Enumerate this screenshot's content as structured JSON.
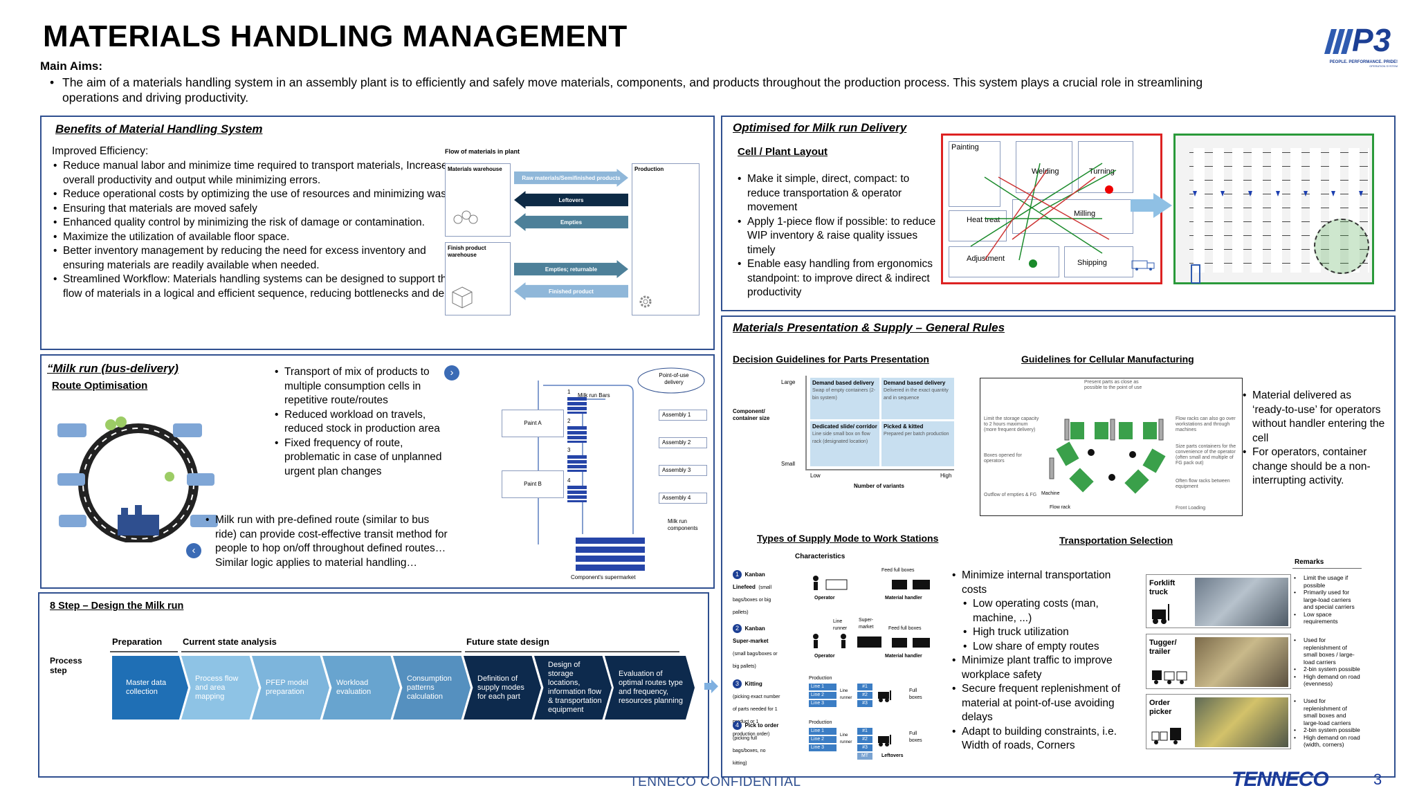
{
  "title": "MATERIALS HANDLING MANAGEMENT",
  "aims": {
    "heading": "Main Aims:",
    "text": "The aim of a materials handling system in an assembly plant is to efficiently and safely move materials, components, and products throughout the production process. This system plays a crucial role in streamlining operations and driving productivity."
  },
  "logo": {
    "text": "P3",
    "tagline": "PEOPLE. PERFORMANCE. PRIDE!",
    "sub": "OPERATION SYSTEM"
  },
  "benefits": {
    "heading": "Benefits of Material Handling System",
    "intro": "Improved Efficiency:",
    "items": [
      "Reduce manual labor and minimize time required to transport materials, Increase overall productivity and output while minimizing errors.",
      "Reduce operational costs by optimizing the use of resources and minimizing waste.",
      "Ensuring that materials are moved safely",
      "Enhanced quality control by minimizing the risk of damage or contamination.",
      "Maximize the utilization of available floor space.",
      "Better inventory management by reducing the need for excess inventory and ensuring materials are readily available when needed.",
      "Streamlined Workflow: Materials handling systems can be designed to support the flow of materials in a logical and efficient sequence, reducing bottlenecks and delays."
    ],
    "flow": {
      "title": "Flow of materials in plant",
      "warehouse": "Materials warehouse",
      "finish": "Finish product warehouse",
      "production": "Production",
      "arrows": [
        "Raw materials/Semifinished products",
        "Leftovers",
        "Empties",
        "Empties; returnable",
        "Finished product"
      ]
    }
  },
  "milkrun": {
    "heading": "“Milk run (bus-delivery)",
    "sub": "Route Optimisation",
    "bullets": [
      "Transport of mix of products to multiple consumption cells in repetitive route/routes",
      "Reduced workload on travels, reduced stock in production area",
      "Fixed frequency of route, problematic in case of unplanned urgent plan changes"
    ],
    "bullet2": "Milk run with pre-defined route (similar to bus ride) can provide cost-effective transit method for people to hop on/off throughout defined routes…Similar logic applies to material handling…",
    "diagram": {
      "paintA": "Paint A",
      "paintB": "Paint B",
      "bars": "Milk run Bars",
      "pou": "Point-of-use delivery",
      "asm": [
        "Assembly 1",
        "Assembly 2",
        "Assembly 3",
        "Assembly 4"
      ],
      "nums": [
        "1",
        "2",
        "3",
        "4"
      ],
      "components": "Milk run components",
      "supermarket": "Component's supermarket"
    }
  },
  "eight": {
    "heading": "8 Step – Design the Milk run",
    "prep": "Preparation",
    "current": "Current state analysis",
    "future": "Future state design",
    "process": "Process step",
    "steps": [
      "Master data collection",
      "Process flow and area mapping",
      "PFEP model preparation",
      "Workload evaluation",
      "Consumption patterns calculation",
      "Definition of supply modes for each part",
      "Design of storage locations, information flow & transportation equipment",
      "Evaluation of optimal routes type and frequency, resources planning"
    ]
  },
  "optimised": {
    "heading": "Optimised for Milk run Delivery",
    "sub": "Cell / Plant Layout",
    "items": [
      "Make it simple, direct, compact: to reduce transportation & operator movement",
      "Apply 1-piece flow if possible: to reduce WIP inventory & raise quality issues timely",
      "Enable easy handling from ergonomics standpoint: to improve direct & indirect productivity"
    ],
    "layout": {
      "painting": "Painting",
      "welding": "Welding",
      "turning": "Turning",
      "heat": "Heat treat",
      "milling": "Milling",
      "adjustment": "Adjustment",
      "shipping": "Shipping"
    }
  },
  "presentation": {
    "heading": "Materials Presentation & Supply – General Rules",
    "decision": {
      "title": "Decision Guidelines for Parts Presentation",
      "ylabel": "Component/ container size",
      "large": "Large",
      "small": "Small",
      "low": "Low",
      "high": "High",
      "xlabel": "Number of variants",
      "cells": [
        {
          "t": "Demand based delivery",
          "d": "Swap of empty containers (2-bin system)"
        },
        {
          "t": "Demand based delivery",
          "d": "Delivered in the exact quantity and in sequence"
        },
        {
          "t": "Dedicated slide/ corridor",
          "d": "Line side small box on flow rack (designated location)"
        },
        {
          "t": "Picked & kitted",
          "d": "Prepared per batch production"
        }
      ]
    },
    "cellular": {
      "title": "Guidelines for Cellular Manufacturing",
      "top": "Present parts as close as possible to the point of use",
      "l1": "Limit the storage capacity to 2 hours maximum (more frequent delivery)",
      "l2": "Boxes opened for operators",
      "l3": "Outflow of empties & FG",
      "r1": "Flow racks can also go over workstations and through machines",
      "r2": "Size parts containers for the convenience of the operator (often small and multiple of FG pack out)",
      "r3": "Often flow racks between equipment",
      "r4": "Front Loading",
      "machine": "Machine",
      "flowrack": "Flow rack"
    },
    "right_bullets": [
      "Material delivered as ‘ready-to-use’ for operators without handler entering the cell",
      "For operators, container change should be a non-interrupting activity."
    ],
    "supply": {
      "title": "Types of Supply Mode to Work Stations",
      "chars": "Characteristics",
      "modes": [
        {
          "n": "1",
          "name": "Kanban Linefeed",
          "desc": "(small bags/boxes or big pallets)"
        },
        {
          "n": "2",
          "name": "Kanban Super-market",
          "desc": "(small bags/boxes or big pallets)"
        },
        {
          "n": "3",
          "name": "Kitting",
          "desc": "(picking exact number of parts needed for 1 product or 1 production order)"
        },
        {
          "n": "4",
          "name": "Pick to order",
          "desc": "(picking full bags/boxes, no kitting)"
        }
      ],
      "feed": "Feed full boxes",
      "operator": "Operator",
      "handler": "Material handler",
      "runner": "Line runner",
      "supermarket": "Super-market",
      "production": "Production",
      "lines": [
        "Line 1",
        "Line 2",
        "Line 3"
      ],
      "tags": [
        "#1",
        "#2",
        "#3",
        "MT"
      ],
      "full": "Full boxes",
      "leftovers": "Leftovers"
    },
    "transport": {
      "title": "Transportation Selection",
      "bullets": [
        "Minimize internal transportation costs"
      ],
      "subs": [
        "Low operating costs (man, machine, ...)",
        "High truck utilization",
        "Low share of empty routes"
      ],
      "bullets2": [
        "Minimize plant traffic to improve workplace safety",
        "Secure frequent replenishment of material at point-of-use avoiding delays",
        "Adapt to building constraints, i.e. Width of roads, Corners"
      ],
      "remarks": "Remarks",
      "rows": [
        {
          "name": "Forklift truck",
          "notes": [
            "Limit the usage if possible",
            "Primarily used for large-load carriers and special carriers",
            "Low space requirements"
          ]
        },
        {
          "name": "Tugger/ trailer",
          "notes": [
            "Used for replenishment of small boxes / large-load carriers",
            "2-bin system possible",
            "High demand on road (evenness)"
          ]
        },
        {
          "name": "Order picker",
          "notes": [
            "Used for replenishment of small boxes and large-load carriers",
            "2-bin system possible",
            "High demand on road (width, corners)"
          ]
        }
      ]
    }
  },
  "footer": {
    "confidential": "TENNECO CONFIDENTIAL",
    "brand": "TENNECO",
    "page": "3"
  }
}
